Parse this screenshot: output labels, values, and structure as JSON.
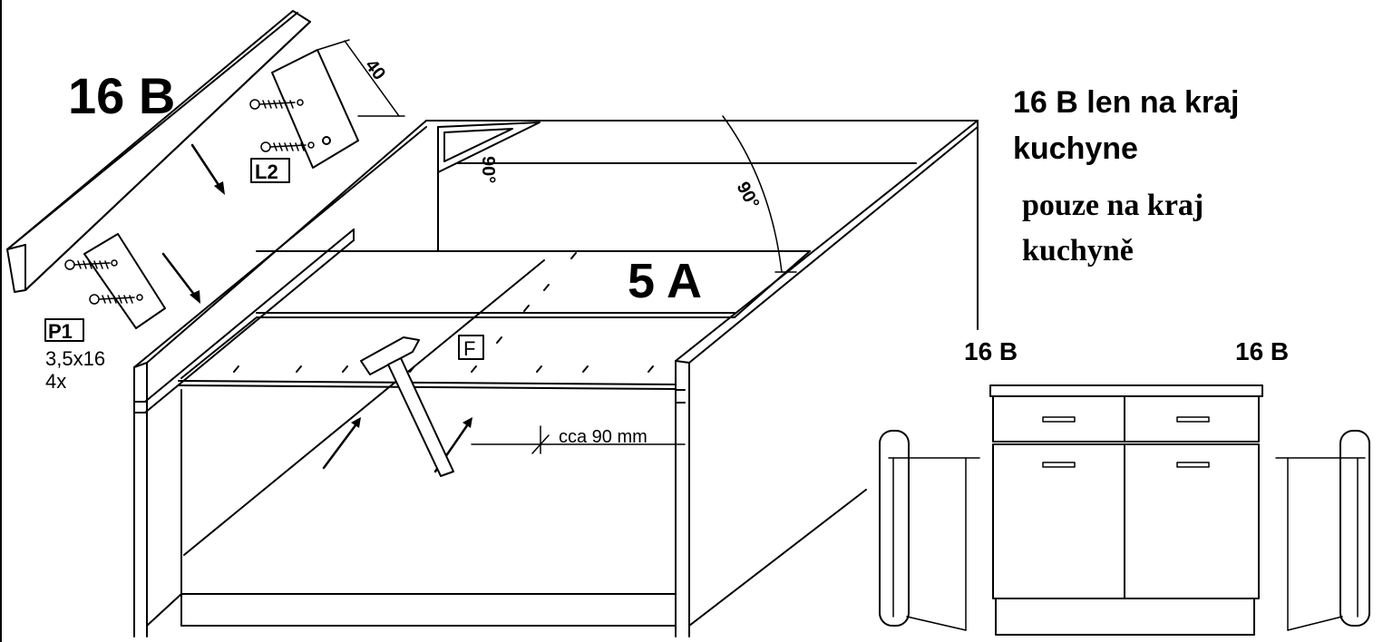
{
  "labels": {
    "panel_16b": "16 B",
    "l2": "L2",
    "dim_40": "40",
    "angle_90_a": "90°",
    "angle_90_b": "90°",
    "panel_5a": "5 A",
    "p1": "P1",
    "screw_size": "3,5x16",
    "screw_qty": "4x",
    "f": "F",
    "distance": "cca  90 mm",
    "note_sk_line1": "16 B  len na kraj",
    "note_sk_line2": "kuchyne",
    "note_cz_line1": "pouze na kraj",
    "note_cz_line2": "kuchyně",
    "left_16b": "16 B",
    "right_16b": "16 B"
  },
  "icons": [
    "screw-icon",
    "hammer-icon",
    "arrow-icon",
    "nail-icon"
  ],
  "colors": {
    "line": "#000000",
    "background": "#ffffff"
  }
}
